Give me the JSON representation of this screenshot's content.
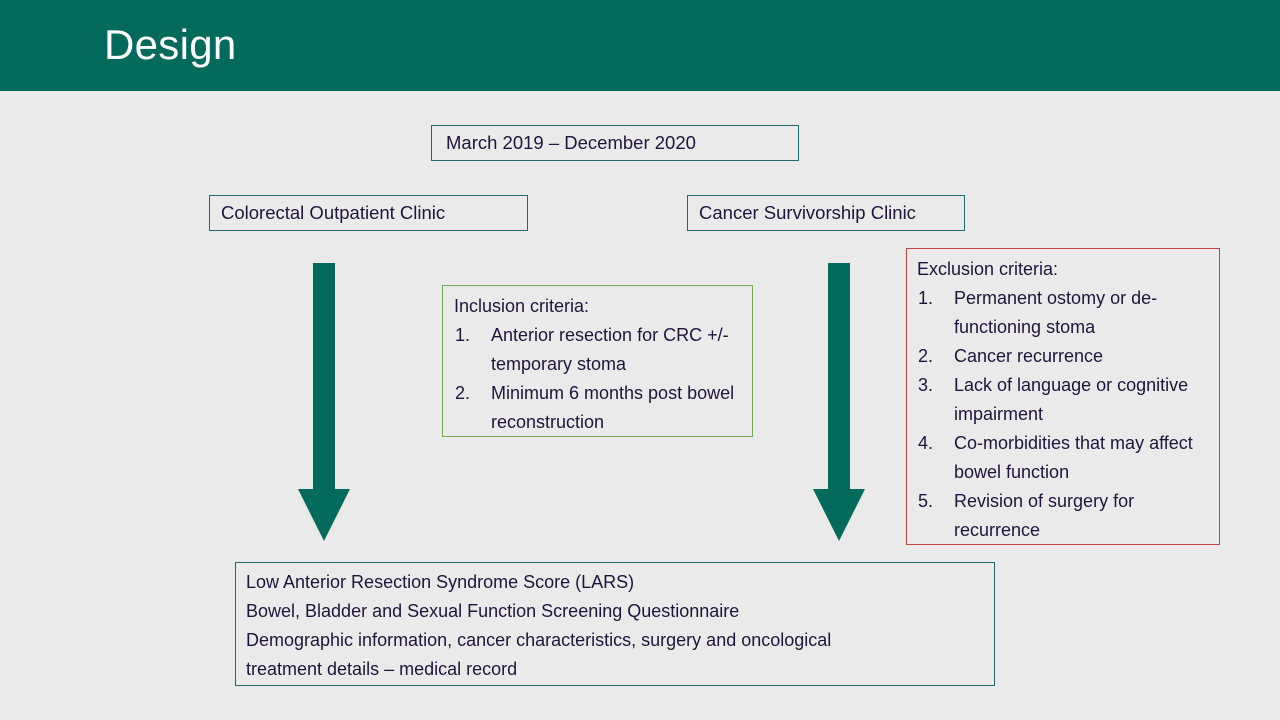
{
  "slide": {
    "title": "Design",
    "header_color": "#046a5b",
    "background_color": "#eaeaea",
    "text_color": "#21143c"
  },
  "date_range": {
    "text": "March 2019 – December 2020",
    "border_color": "#1f6b6b"
  },
  "sources": {
    "left_clinic": "Colorectal Outpatient Clinic",
    "right_clinic": "Cancer Survivorship Clinic",
    "border_color": "#1f6b6b"
  },
  "inclusion": {
    "heading": "Inclusion criteria:",
    "border_color": "#73a94f",
    "items": [
      {
        "number": "1.",
        "text": "Anterior resection for CRC +/- temporary stoma"
      },
      {
        "number": "2.",
        "text": "Minimum 6 months post bowel reconstruction"
      }
    ]
  },
  "exclusion": {
    "heading": "Exclusion criteria:",
    "border_color": "#bf4540",
    "items": [
      {
        "number": "1.",
        "text": "Permanent ostomy or de-functioning stoma"
      },
      {
        "number": "2.",
        "text": "Cancer recurrence"
      },
      {
        "number": "3.",
        "text": "Lack of language or cognitive impairment"
      },
      {
        "number": "4.",
        "text": "Co-morbidities that may affect bowel function"
      },
      {
        "number": "5.",
        "text": "Revision of surgery for recurrence"
      }
    ]
  },
  "outcomes": {
    "border_color": "#1f6b6b",
    "lines": [
      "Low Anterior Resection Syndrome Score (LARS)",
      "Bowel, Bladder and Sexual Function Screening Questionnaire",
      "Demographic information, cancer characteristics, surgery and oncological",
      "treatment details – medical record"
    ]
  },
  "arrows": {
    "color": "#046a5b",
    "left_label": "down-arrow",
    "right_label": "down-arrow"
  }
}
